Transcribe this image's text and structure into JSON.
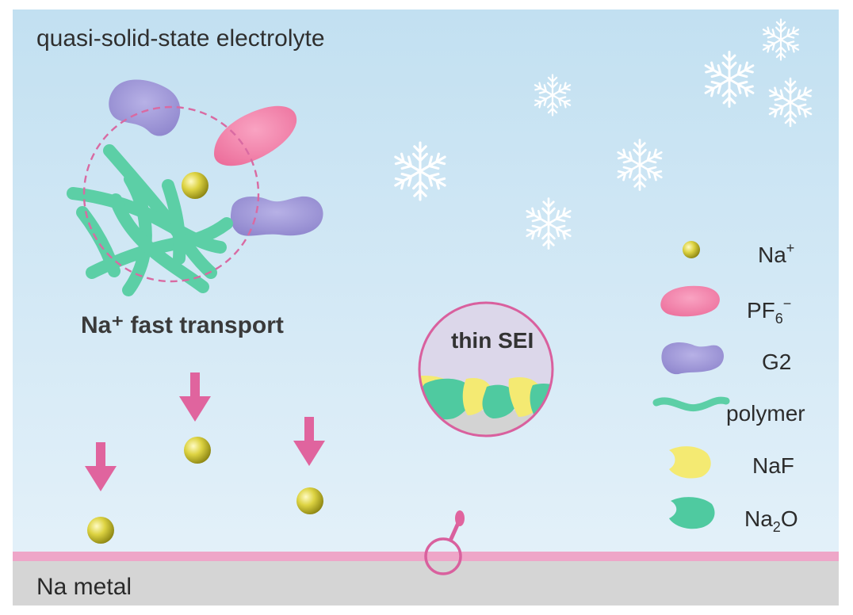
{
  "labels": {
    "title": "quasi-solid-state electrolyte",
    "transport": "Na⁺ fast transport",
    "sei": "thin SEI",
    "metal": "Na metal"
  },
  "legend": {
    "na": {
      "base": "Na",
      "sup": "+"
    },
    "pf6": {
      "base": "PF",
      "sub": "6",
      "sup": "−"
    },
    "g2": {
      "base": "G2"
    },
    "polymer": {
      "base": "polymer"
    },
    "naf": {
      "base": "NaF"
    },
    "na2o": {
      "base": "Na",
      "sub": "2",
      "tail": "O"
    }
  },
  "colors": {
    "background_top": "#c2e0f1",
    "background_bottom": "#e6f2fa",
    "na_ion": "#d8cf3a",
    "pf6_anion": "#f07fa6",
    "g2_solvent": "#9f96d6",
    "polymer": "#5ccfa6",
    "naf": "#f4ea72",
    "na2o": "#4fcaa0",
    "arrow": "#e0649e",
    "interface_line": "#eea6c8",
    "metal": "#d5d5d5",
    "snowflake": "#ffffff"
  }
}
